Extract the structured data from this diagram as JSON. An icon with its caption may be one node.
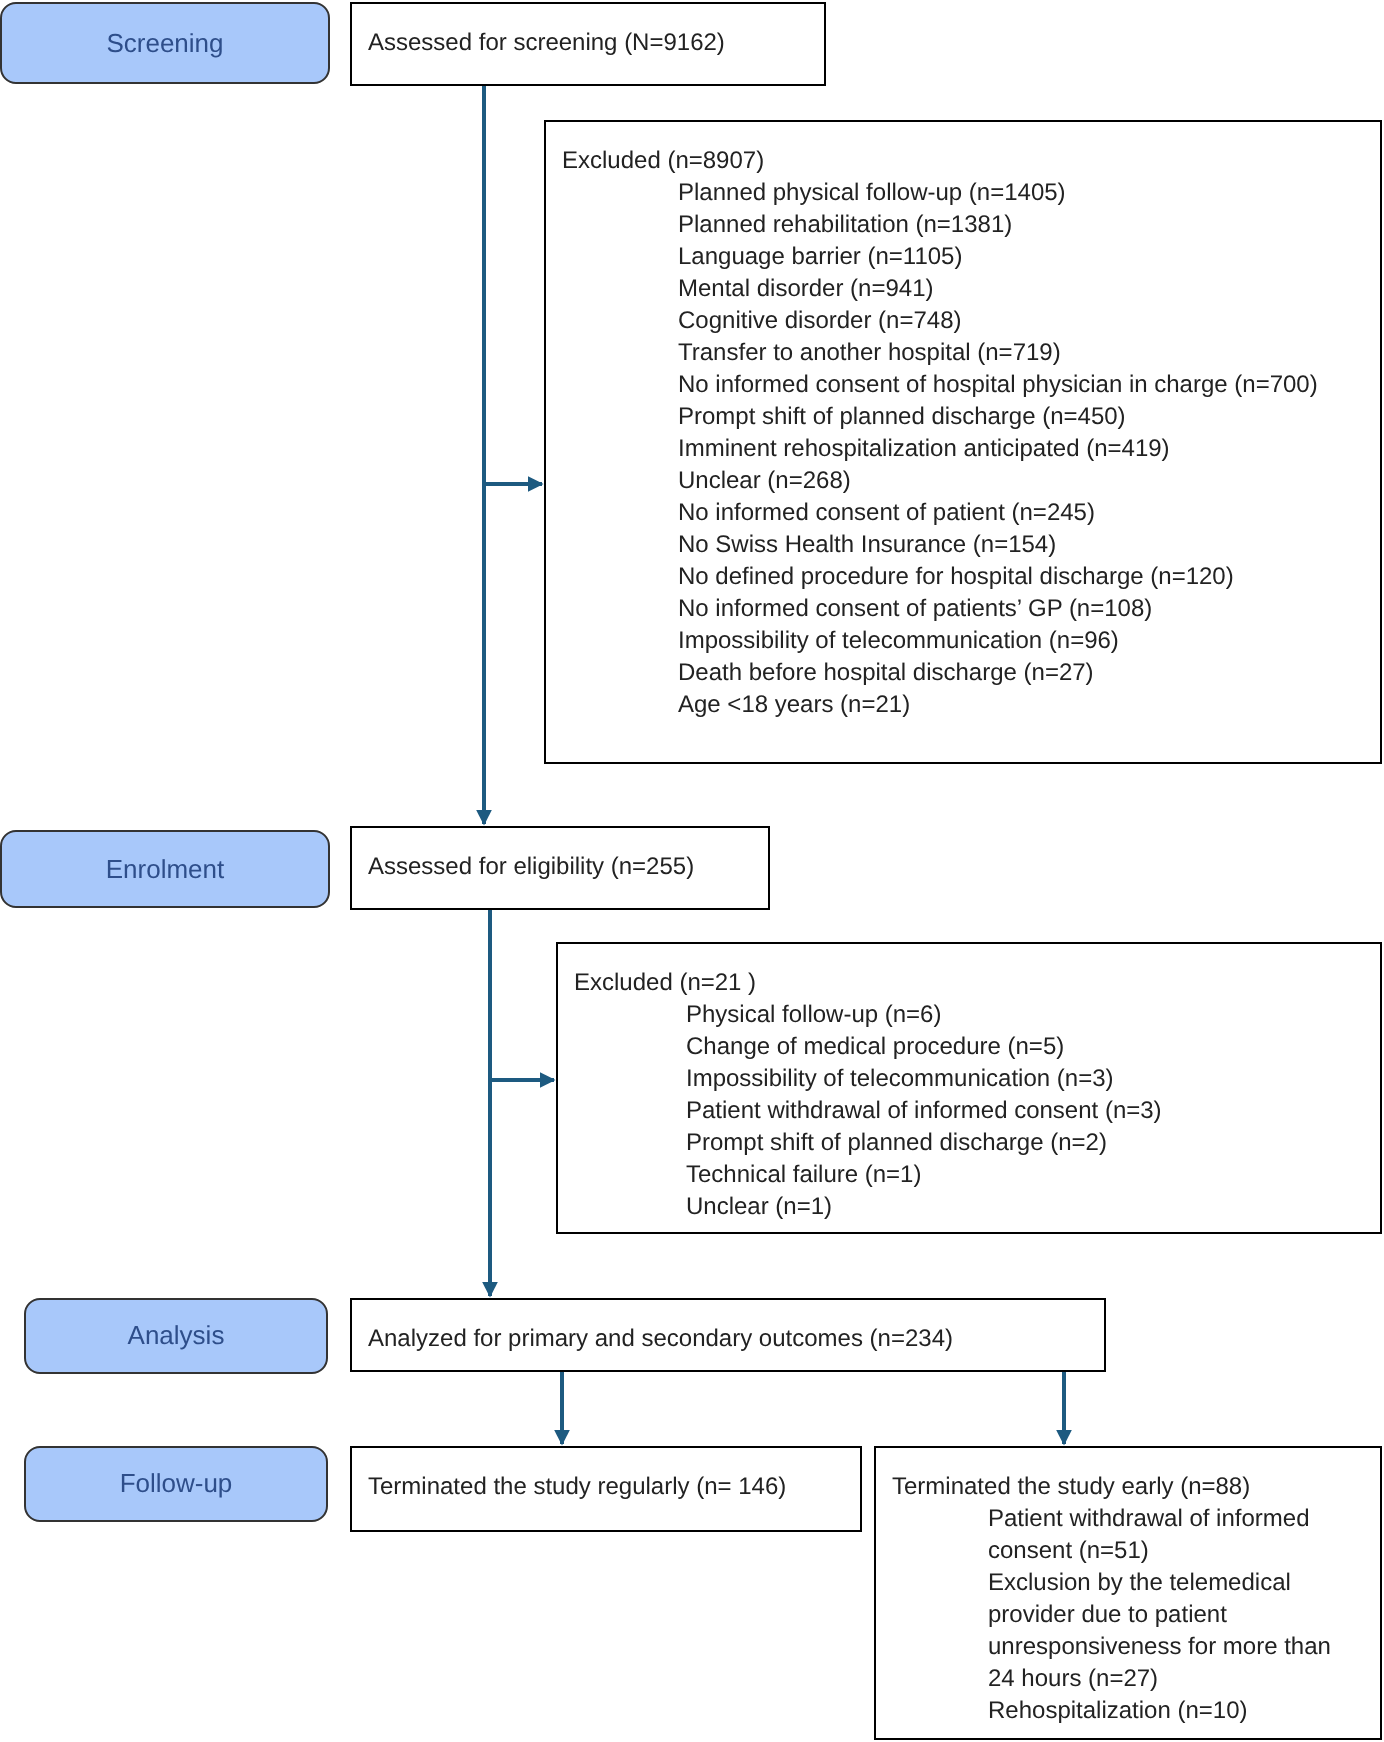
{
  "diagram": {
    "nodes": [
      {
        "text": [
          "Screening"
        ]
      },
      {
        "text": [
          "Assessed for screening (N=9162)"
        ]
      },
      {
        "text": [
          "Excluded (n=8907)",
          "Planned physical follow-up (n=1405)",
          "Planned rehabilitation (n=1381)",
          "Language barrier (n=1105)",
          "Mental disorder (n=941)",
          "Cognitive disorder (n=748)",
          "Transfer to another hospital (n=719)",
          "No informed consent of hospital physician in charge (n=700)",
          "Prompt shift of planned discharge (n=450)",
          "Imminent rehospitalization anticipated (n=419)",
          "Unclear (n=268)",
          "No informed consent of patient (n=245)",
          "No Swiss Health Insurance (n=154)",
          "No defined procedure for hospital discharge (n=120)",
          "No informed consent of patients’ GP (n=108)",
          "Impossibility of telecommunication (n=96)",
          "Death before hospital discharge (n=27)",
          "Age <18 years (n=21)"
        ]
      },
      {
        "text": [
          "Enrolment"
        ]
      },
      {
        "text": [
          "Assessed for eligibility (n=255)"
        ]
      },
      {
        "text": [
          "Excluded (n=21 )",
          "Physical follow-up (n=6)",
          "Change of medical procedure (n=5)",
          "Impossibility of telecommunication (n=3)",
          "Patient withdrawal of informed consent (n=3)",
          "Prompt shift of planned discharge (n=2)",
          "Technical failure (n=1)",
          "Unclear (n=1)"
        ]
      },
      {
        "text": [
          "Analysis"
        ]
      },
      {
        "text": [
          "Analyzed for primary and secondary outcomes (n=234)"
        ]
      },
      {
        "text": [
          "Follow-up"
        ]
      },
      {
        "text": [
          "Terminated the study regularly (n= 146)"
        ]
      },
      {
        "text": [
          "Terminated the study early (n=88)",
          "Patient withdrawal of informed consent (n=51)",
          "Exclusion by the telemedical provider due to patient unresponsiveness for more than 24 hours (n=27)",
          "Rehospitalization (n=10)"
        ]
      }
    ],
    "edges": [
      {
        "from": 1,
        "to": 4,
        "arrow": "to"
      },
      {
        "from": 1,
        "to": 2,
        "arrow": "to"
      },
      {
        "from": 4,
        "to": 7,
        "arrow": "to"
      },
      {
        "from": 4,
        "to": 5,
        "arrow": "to"
      },
      {
        "from": 7,
        "to": 9,
        "arrow": "to"
      },
      {
        "from": 7,
        "to": 10,
        "arrow": "to"
      }
    ]
  }
}
